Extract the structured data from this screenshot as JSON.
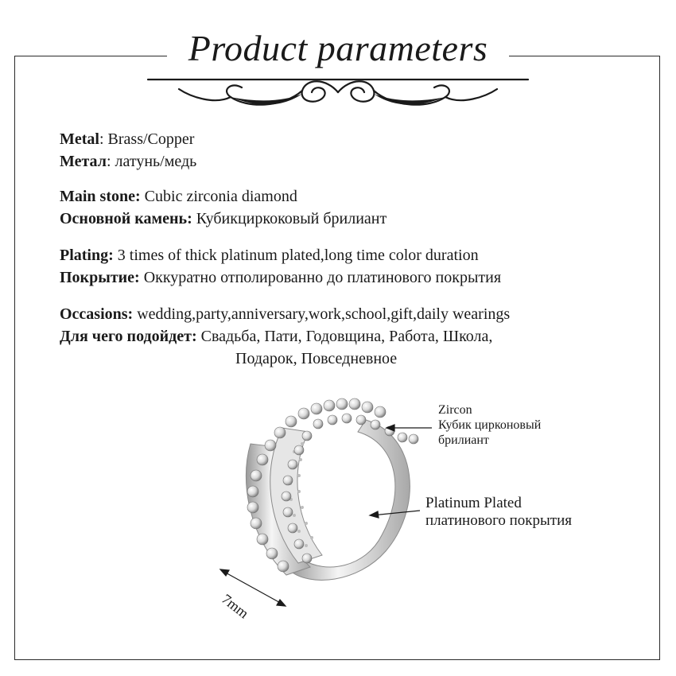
{
  "header": {
    "title": "Product parameters"
  },
  "params": {
    "metal": {
      "label_en": "Metal",
      "value_en": ": Brass/Copper",
      "label_ru": "Метал",
      "value_ru": ": латунь/медь"
    },
    "main_stone": {
      "label_en": "Main stone:",
      "value_en": " Cubic zirconia diamond",
      "label_ru": "Основной камень:",
      "value_ru": " Кубикциркоковый брилиант"
    },
    "plating": {
      "label_en": "Plating:",
      "value_en": "  3 times of thick platinum plated,long time color duration",
      "label_ru": "Покрытие:",
      "value_ru": " Оккуратно отполированно до платинового покрытия"
    },
    "occasions": {
      "label_en": "Occasions:",
      "value_en": " wedding,party,anniversary,work,school,gift,daily wearings",
      "label_ru": "Для чего подойдет:",
      "value_ru": "  Свадьба, Пати, Годовщина, Работа, Школа,",
      "value_ru_2": "Подарок, Повседневное"
    }
  },
  "callouts": {
    "zircon_en": "Zircon",
    "zircon_ru_1": "Кубик цирконовый",
    "zircon_ru_2": "брилиант",
    "plated_en": "Platinum Plated",
    "plated_ru": "платинового покрытия"
  },
  "dimension": {
    "width": "7mm"
  },
  "colors": {
    "ink": "#1a1a1a",
    "frame": "#2a2a2a",
    "metal_light": "#f2f2f2",
    "metal_dark": "#8c8c8c"
  }
}
